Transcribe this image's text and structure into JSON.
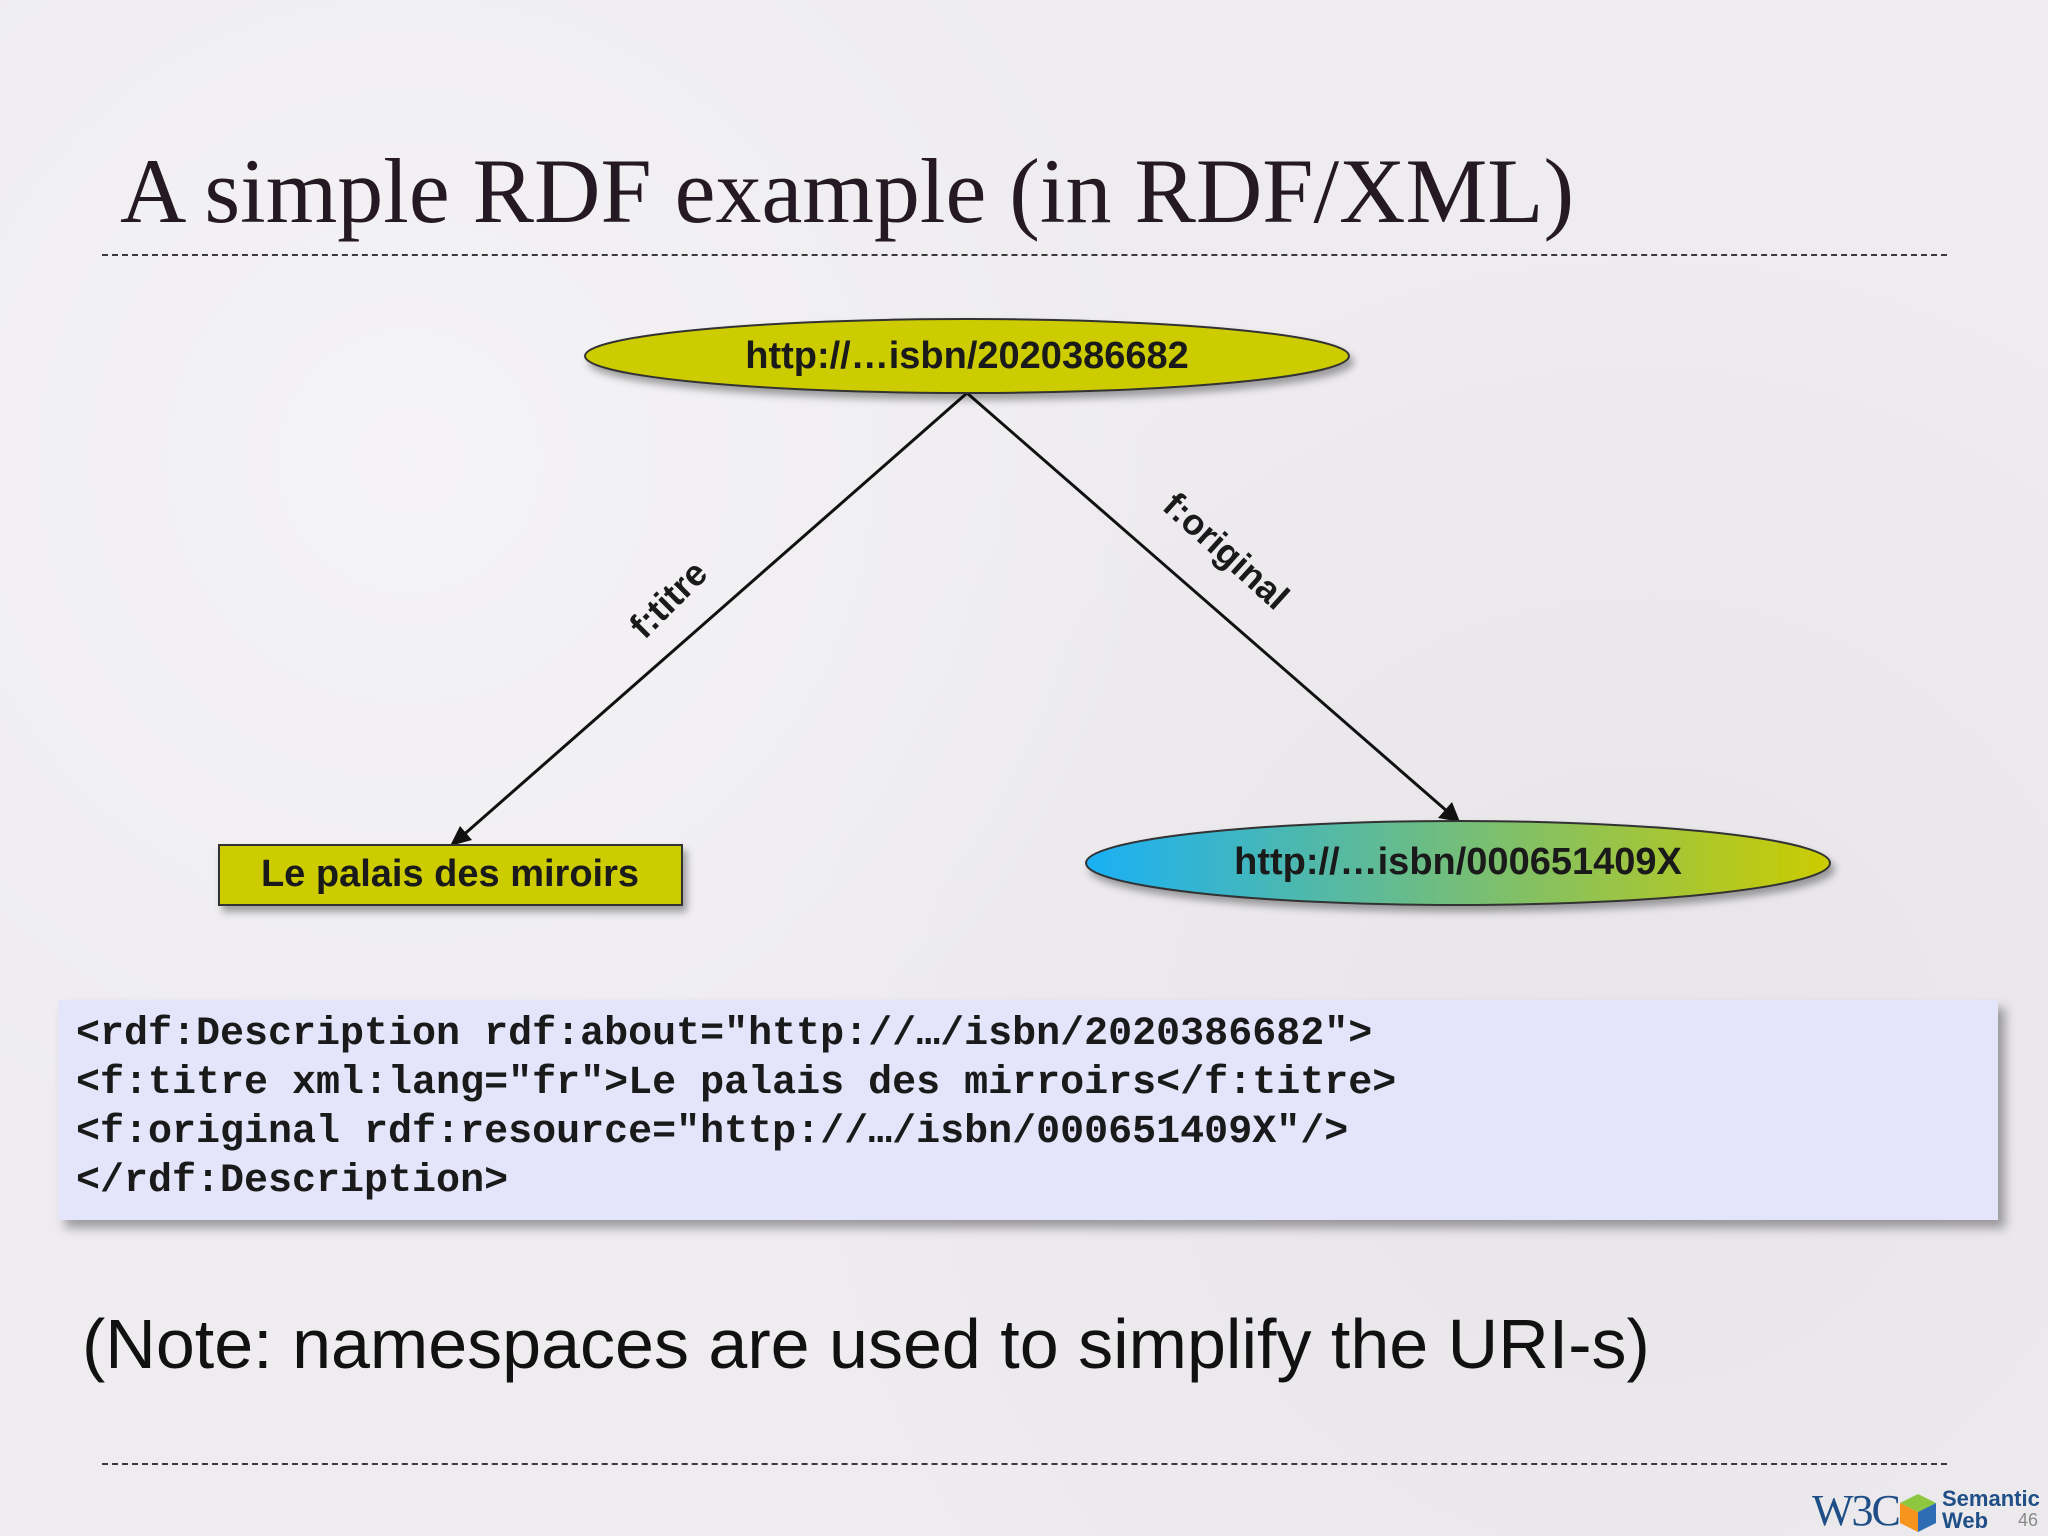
{
  "slide": {
    "title": "A simple RDF example (in RDF/XML)",
    "note": "(Note: namespaces are used to simplify the URI-s)",
    "page_number": "46"
  },
  "diagram": {
    "nodes": {
      "subject": "http://…isbn/2020386682",
      "literal": "Le palais des miroirs",
      "object": "http://…isbn/000651409X"
    },
    "edges": {
      "titre": "f:titre",
      "original": "f:original"
    },
    "colors": {
      "node_fill": "#cccc00",
      "gradient_start": "#1ab0f5",
      "gradient_end": "#cccc00",
      "edge": "#111111"
    }
  },
  "code": {
    "lines": [
      "<rdf:Description rdf:about=\"http://…/isbn/2020386682\">",
      "<f:titre xml:lang=\"fr\">Le palais des mirroirs</f:titre>",
      "<f:original rdf:resource=\"http://…/isbn/000651409X\"/>",
      "</rdf:Description>"
    ]
  },
  "logo": {
    "w3c": "W3C",
    "semantic": "Semantic",
    "web": "Web",
    "icon": "semantic-web-cube-icon"
  }
}
